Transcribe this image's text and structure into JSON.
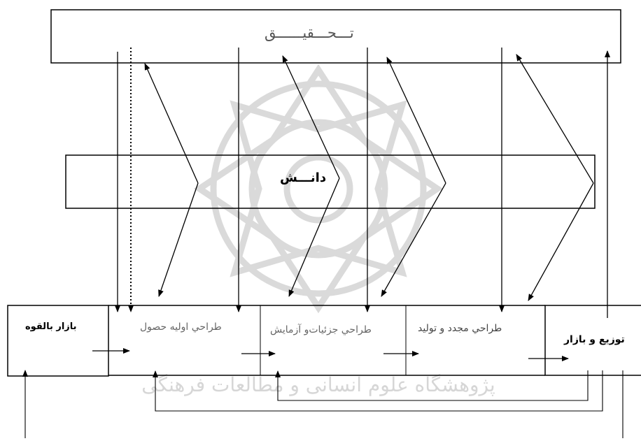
{
  "diagram": {
    "labels": {
      "research": "تـــحـــقيــــــق",
      "knowledge": "دانـــش",
      "potential_market": "بازار بالقوه",
      "initial_design": "طراحي اوليه حصول",
      "detail_design": "طراحي جزئيات‌و آزمايش",
      "redesign": "طراحي مجدد و توليد",
      "distribution": "توزيع و بازار"
    },
    "watermark_text": "پژوهشگاه علوم انسانی و مطالعات فرهنگی",
    "colors": {
      "line": "#000000",
      "thin_line": "#444444",
      "watermark": "#d6d6d6"
    }
  }
}
